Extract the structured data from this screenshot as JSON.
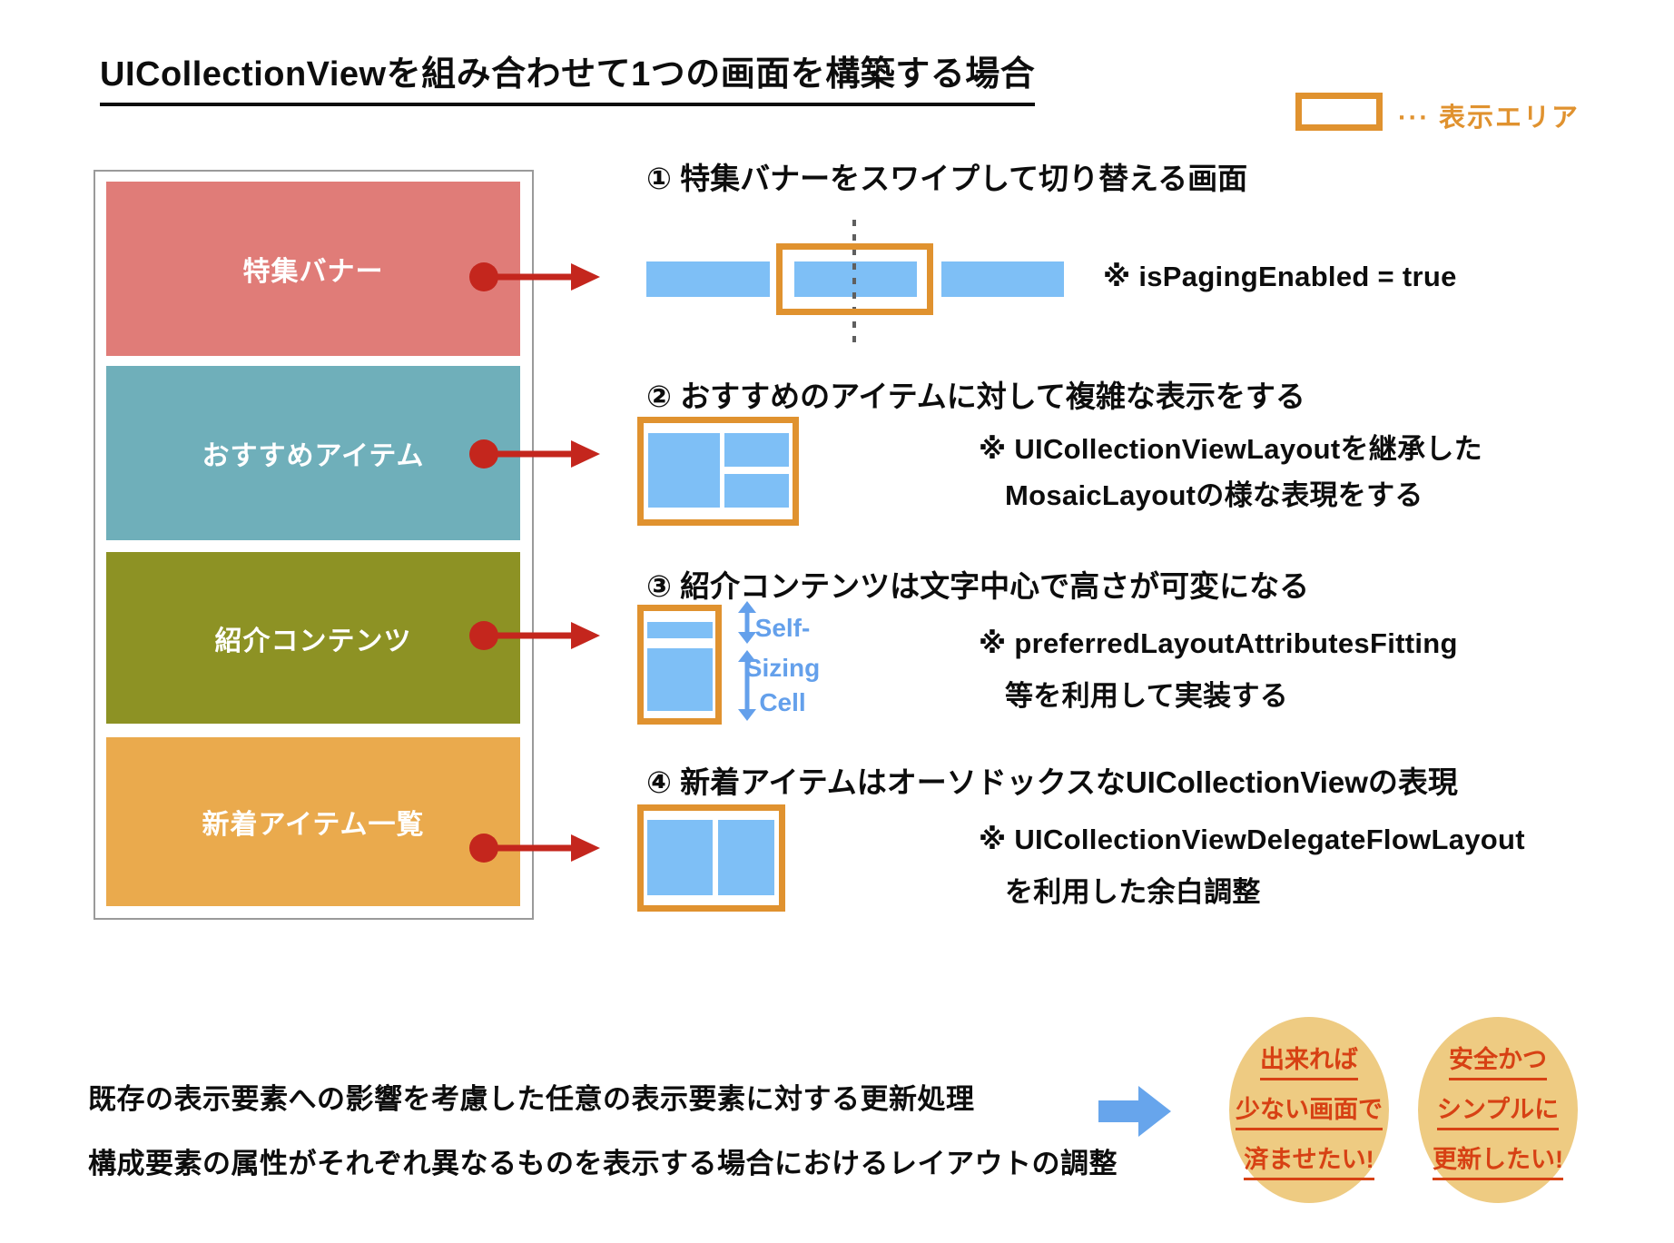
{
  "title": "UICollectionViewを組み合わせて1つの画面を構築する場合",
  "legend": {
    "label": "··· 表示エリア"
  },
  "screen": {
    "blocks": [
      {
        "label": "特集バナー",
        "color": "#E07C78"
      },
      {
        "label": "おすすめアイテム",
        "color": "#6FAFBA"
      },
      {
        "label": "紹介コンテンツ",
        "color": "#8D9224"
      },
      {
        "label": "新着アイテム一覧",
        "color": "#EAAA4D"
      }
    ]
  },
  "sections": [
    {
      "heading": "① 特集バナーをスワイプして切り替える画面",
      "note_lines": [
        "※ isPagingEnabled = true"
      ]
    },
    {
      "heading": "② おすすめのアイテムに対して複雑な表示をする",
      "note_lines": [
        "※ UICollectionViewLayoutを継承した",
        "MosaicLayoutの様な表現をする"
      ]
    },
    {
      "heading": "③ 紹介コンテンツは文字中心で高さが可変になる",
      "note_lines": [
        "※ preferredLayoutAttributesFitting",
        "等を利用して実装する"
      ],
      "self_sizing_lines": [
        "Self-",
        "Sizing",
        "Cell"
      ]
    },
    {
      "heading": "④ 新着アイテムはオーソドックスなUICollectionViewの表現",
      "note_lines": [
        "※ UICollectionViewDelegateFlowLayout",
        "を利用した余白調整"
      ]
    }
  ],
  "bottom": {
    "issue_lines": [
      "既存の表示要素への影響を考慮した任意の表示要素に対する更新処理",
      "構成要素の属性がそれぞれ異なるものを表示する場合におけるレイアウトの調整"
    ],
    "bubbles": [
      {
        "lines": [
          "出来れば",
          "少ない画面で",
          "済ませたい!"
        ]
      },
      {
        "lines": [
          "安全かつ",
          "シンプルに",
          "更新したい!"
        ]
      }
    ]
  },
  "colors": {
    "featured_banner": "#E07C78",
    "recommended_items": "#6FAFBA",
    "intro_content": "#8D9224",
    "new_items": "#EAAA4D",
    "display_area_border": "#E0922F",
    "cell_blue": "#7EBFF6",
    "connector_red": "#C4261D",
    "self_sizing_blue": "#64A0EB",
    "big_arrow_blue": "#67A5EC",
    "bubble_fill": "#EECB82",
    "bubble_text": "#D74114"
  }
}
